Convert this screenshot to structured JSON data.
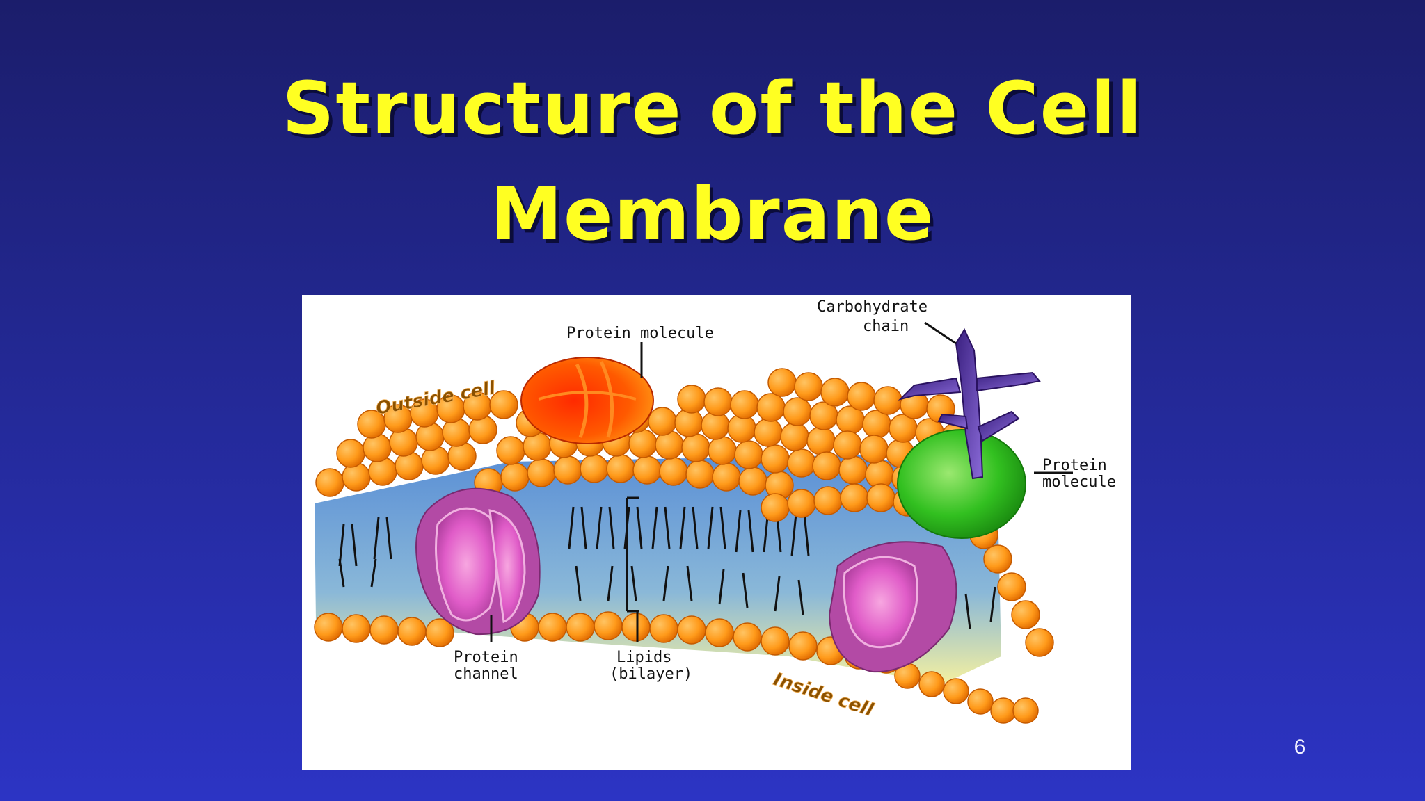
{
  "slide": {
    "title_line1": "Structure of the Cell",
    "title_line2": "Membrane",
    "page_number": "6"
  },
  "diagram": {
    "labels": {
      "protein_molecule_top": "Protein molecule",
      "carbohydrate_line1": "Carbohydrate",
      "carbohydrate_line2": "chain",
      "outside_cell": "Outside cell",
      "protein_molecule_right_line1": "Protein",
      "protein_molecule_right_line2": "molecule",
      "protein_channel_line1": "Protein",
      "protein_channel_line2": "channel",
      "lipids_line1": "Lipids",
      "lipids_line2": "(bilayer)",
      "inside_cell": "Inside cell"
    },
    "colors": {
      "lipid_head": "#ff9a1a",
      "protein_top": "#ff4a00",
      "protein_right": "#2fbf16",
      "protein_channel": "#c84fb8",
      "carbohydrate": "#4a2b8f",
      "bilayer_core": "#6aa0d8"
    }
  }
}
